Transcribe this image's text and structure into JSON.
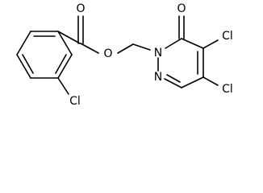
{
  "molecule": {
    "atoms": {
      "o_carbonyl_ester": "O",
      "o_ester": "O",
      "cl_ortho": "Cl",
      "n_ring_1": "N",
      "n_ring_2": "N",
      "o_pyridazinone": "O",
      "cl_4": "Cl",
      "cl_5": "Cl"
    }
  }
}
